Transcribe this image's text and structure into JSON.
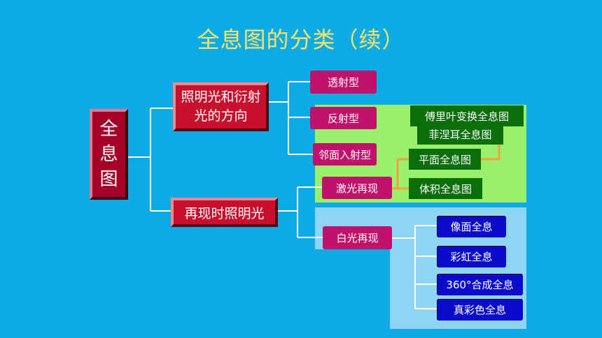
{
  "title": "全息图的分类（续）",
  "root": "全\n息\n图",
  "level1": {
    "illumination": "照明光和衍射光的方向",
    "reproduction": "再现时照明光"
  },
  "illumination_types": [
    "透射型",
    "反射型",
    "邻面入射型"
  ],
  "laser": {
    "label": "激光再现",
    "items": [
      "傅里叶变换全息图",
      "菲涅耳全息图",
      "平面全息图",
      "体积全息图"
    ]
  },
  "white": {
    "label": "白光再现",
    "items": [
      "像面全息",
      "彩虹全息",
      "360°合成全息",
      "真彩色全息"
    ]
  },
  "colors": {
    "background": "#0cabe6",
    "title": "#f7e36a",
    "green_region": "#9af06d",
    "blue_region": "#8fd4f3",
    "orange_link": "#f5a03a"
  }
}
